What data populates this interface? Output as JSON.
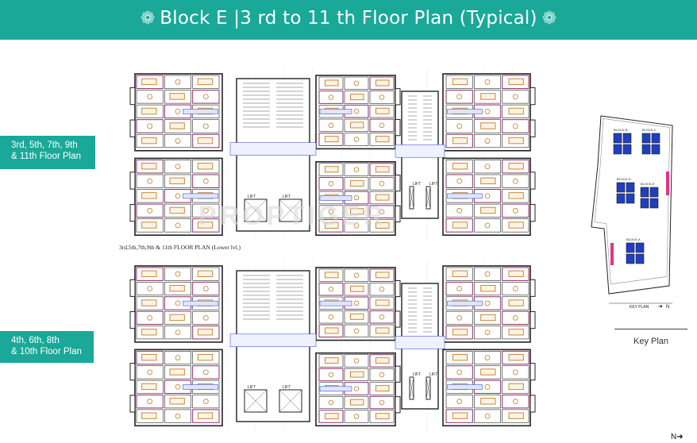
{
  "header": {
    "title": "Block E |3 rd to 11 th Floor Plan (Typical)",
    "ornament_left": "❁",
    "ornament_right": "❁"
  },
  "labels": {
    "upper_tag": [
      "3rd, 5th, 7th, 9th",
      "& 11th Floor Plan"
    ],
    "lower_tag": [
      "4th, 6th, 8th",
      "& 10th Floor Plan"
    ],
    "upper_caption": "3rd,5th,7th,9th & 11th FLOOR PLAN (Lower lvl.)",
    "watermark": "PROPTIGER",
    "key_plan": "Key Plan",
    "key_plan_inner": "KEY PLAN",
    "north_inner": "N",
    "north_bottom": "N",
    "lift": "LIFT",
    "blocks": [
      "BLOCK-B",
      "BLOCK-C",
      "BLOCK-D",
      "BLOCK-E",
      "BLOCK-A"
    ]
  },
  "colors": {
    "header": "#1aa898",
    "wall": "#222222",
    "furniture": "#c8893a",
    "partition": "#8b2f6b",
    "unit_label": "#1f3fbf",
    "key_block": "#1f3fbf",
    "key_highlight": "#e0338a"
  }
}
